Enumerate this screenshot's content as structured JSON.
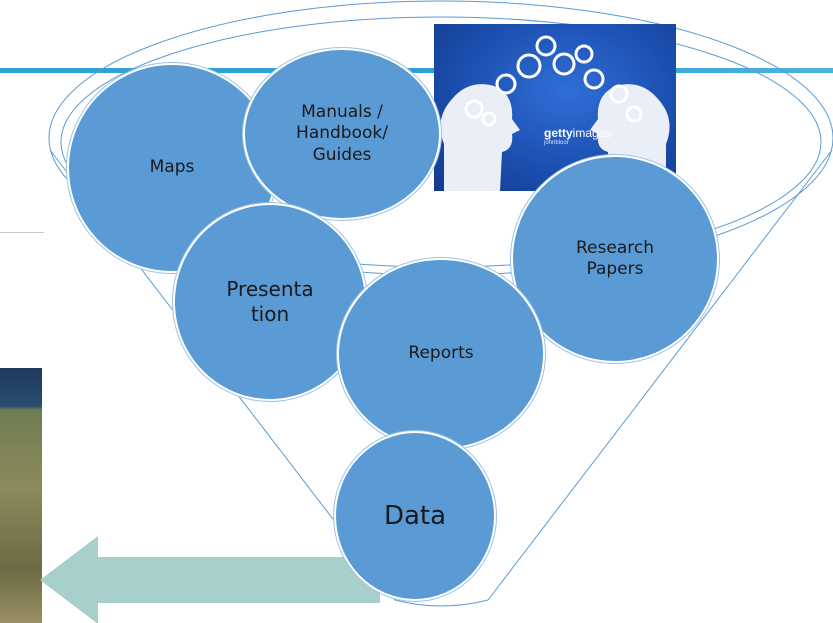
{
  "diagram": {
    "nodes": [
      {
        "id": "maps",
        "label": "Maps"
      },
      {
        "id": "manuals",
        "label": "Manuals /\nHandbook/\nGuides"
      },
      {
        "id": "research",
        "label": "Research\nPapers"
      },
      {
        "id": "presentation",
        "label": "Presenta\ntion"
      },
      {
        "id": "reports",
        "label": "Reports"
      },
      {
        "id": "data",
        "label": "Data"
      }
    ]
  },
  "image": {
    "brand": "gettyimages",
    "brand_bold": "getty",
    "brand_light": "images",
    "credit": "johnbloor"
  },
  "colors": {
    "circle_fill": "#5b9bd5",
    "funnel_stroke": "#5b9bd5",
    "arrow_fill": "#a7cfcb",
    "top_bar": "#2fa3d6"
  }
}
